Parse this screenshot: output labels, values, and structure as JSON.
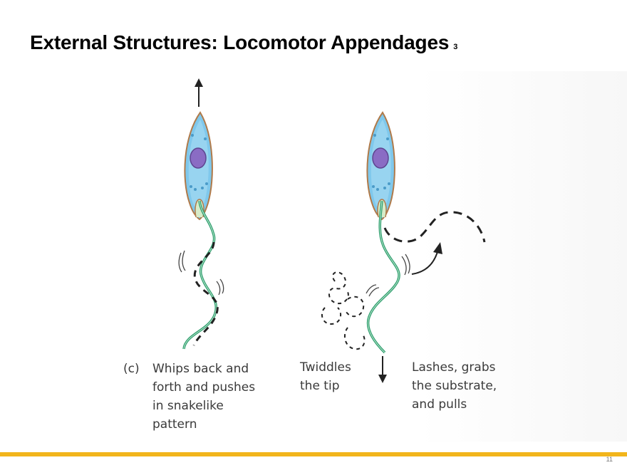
{
  "slide": {
    "title": "External Structures: Locomotor Appendages",
    "title_number": "3",
    "page_number": "11"
  },
  "figure": {
    "panel_label": "(c)",
    "captions": {
      "whips": "Whips back and\nforth and pushes\nin snakelike\npattern",
      "twiddles": "Twiddles\nthe tip",
      "lashes": "Lashes, grabs\nthe substrate,\nand pulls"
    },
    "colors": {
      "cell_fill": "#7fc8ec",
      "cell_outline": "#b07a4a",
      "nucleus": "#8a6cc4",
      "flagellum": "#2e9e6e",
      "footer_bar": "#f2b51b"
    }
  }
}
